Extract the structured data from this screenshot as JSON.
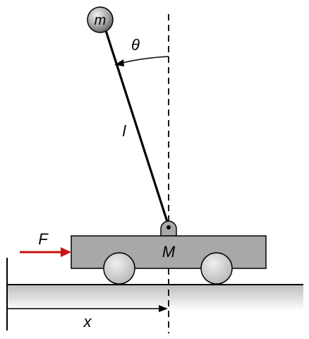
{
  "diagram": {
    "labels": {
      "bob_mass": "m",
      "angle": "θ",
      "rod_length": "l",
      "cart_mass": "M",
      "force": "F",
      "position": "x"
    },
    "colors": {
      "force_arrow": "#cc1111",
      "cart_fill": "#a8a8a8",
      "ground_top": "#bdbdbd",
      "ground_bottom": "#ffffff",
      "bob_highlight": "#f2f2f2",
      "bob_shadow": "#5a5a5a",
      "wheel_light": "#f0f0f0",
      "wheel_dark": "#b5b5b5",
      "stroke": "#000000"
    }
  }
}
